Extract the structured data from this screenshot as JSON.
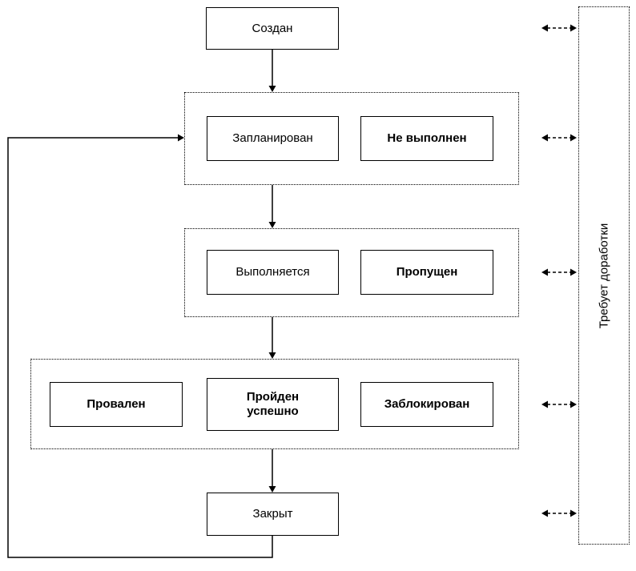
{
  "diagram": {
    "nodes": {
      "created": "Создан",
      "planned": "Запланирован",
      "not_executed": "Не выполнен",
      "in_progress": "Выполняется",
      "skipped": "Пропущен",
      "failed": "Провален",
      "passed": "Пройден успешно",
      "blocked": "Заблокирован",
      "closed": "Закрыт",
      "needs_rework": "Требует доработки"
    },
    "colors": {
      "stroke": "#000000",
      "background": "#ffffff"
    }
  }
}
